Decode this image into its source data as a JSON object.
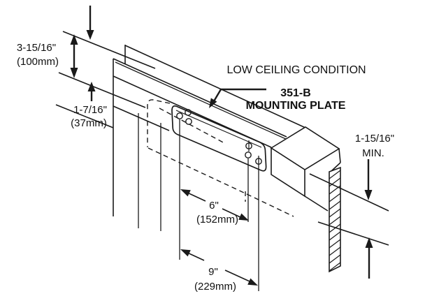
{
  "diagram": {
    "title": "LOW CEILING CONDITION",
    "part_label": {
      "line1": "351-B",
      "line2": "MOUNTING PLATE"
    },
    "dimensions": {
      "ceiling_depth": {
        "value": "3-15/16\"",
        "metric": "(100mm)"
      },
      "reveal": {
        "value": "1-7/16\"",
        "metric": "(37mm)"
      },
      "clearance": {
        "value": "1-15/16\"",
        "note": "MIN."
      },
      "hole_spacing": {
        "value": "6\"",
        "metric": "(152mm)"
      },
      "plate_width": {
        "value": "9\"",
        "metric": "(229mm)"
      }
    },
    "colors": {
      "ink": "#1a1a1a",
      "background": "#ffffff"
    }
  }
}
